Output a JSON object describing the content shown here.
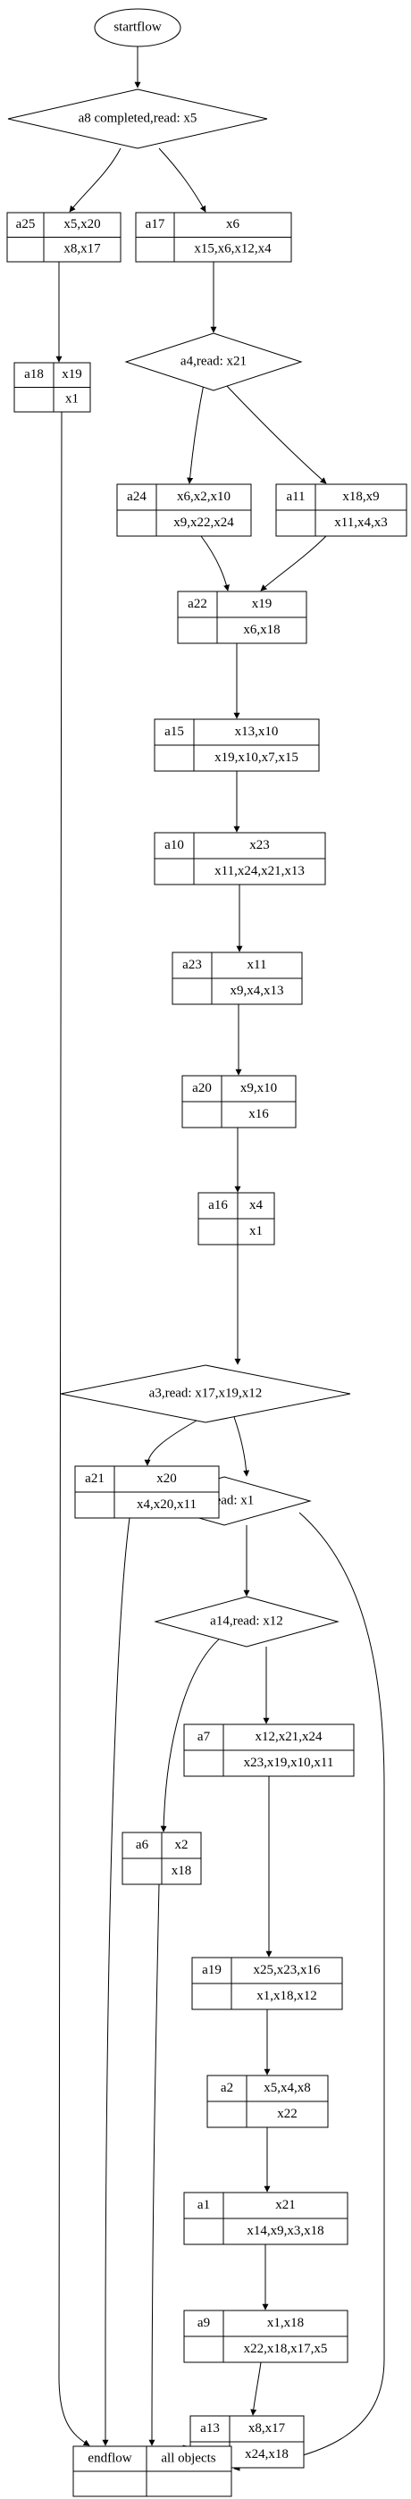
{
  "start": {
    "label": "startflow"
  },
  "decisions": [
    {
      "id": "d1",
      "label": "a8 completed,read: x5"
    },
    {
      "id": "d2",
      "label": "a4,read: x21"
    },
    {
      "id": "d3",
      "label": "a3,read: x17,x19,x12"
    },
    {
      "id": "d4",
      "label": "a5,read: x1"
    },
    {
      "id": "d5",
      "label": "a14,read: x12"
    }
  ],
  "activities": [
    {
      "id": "a25",
      "name": "a25",
      "writes": "x5,x20",
      "reads": "x8,x17"
    },
    {
      "id": "a17",
      "name": "a17",
      "writes": "x6",
      "reads": "x15,x6,x12,x4"
    },
    {
      "id": "a18",
      "name": "a18",
      "writes": "x19",
      "reads": "x1"
    },
    {
      "id": "a24",
      "name": "a24",
      "writes": "x6,x2,x10",
      "reads": "x9,x22,x24"
    },
    {
      "id": "a11",
      "name": "a11",
      "writes": "x18,x9",
      "reads": "x11,x4,x3"
    },
    {
      "id": "a22",
      "name": "a22",
      "writes": "x19",
      "reads": "x6,x18"
    },
    {
      "id": "a15",
      "name": "a15",
      "writes": "x13,x10",
      "reads": "x19,x10,x7,x15"
    },
    {
      "id": "a10",
      "name": "a10",
      "writes": "x23",
      "reads": "x11,x24,x21,x13"
    },
    {
      "id": "a23",
      "name": "a23",
      "writes": "x11",
      "reads": "x9,x4,x13"
    },
    {
      "id": "a20",
      "name": "a20",
      "writes": "x9,x10",
      "reads": "x16"
    },
    {
      "id": "a16",
      "name": "a16",
      "writes": "x4",
      "reads": "x1"
    },
    {
      "id": "a21",
      "name": "a21",
      "writes": "x20",
      "reads": "x4,x20,x11"
    },
    {
      "id": "a7",
      "name": "a7",
      "writes": "x12,x21,x24",
      "reads": "x23,x19,x10,x11"
    },
    {
      "id": "a6",
      "name": "a6",
      "writes": "x2",
      "reads": "x18"
    },
    {
      "id": "a19",
      "name": "a19",
      "writes": "x25,x23,x16",
      "reads": "x1,x18,x12"
    },
    {
      "id": "a2",
      "name": "a2",
      "writes": "x5,x4,x8",
      "reads": "x22"
    },
    {
      "id": "a1",
      "name": "a1",
      "writes": "x21",
      "reads": "x14,x9,x3,x18"
    },
    {
      "id": "a9",
      "name": "a9",
      "writes": "x1,x18",
      "reads": "x22,x18,x17,x5"
    },
    {
      "id": "a13",
      "name": "a13",
      "writes": "x8,x17",
      "reads": "x24,x18"
    }
  ],
  "end": {
    "name": "endflow",
    "label": "all objects"
  }
}
